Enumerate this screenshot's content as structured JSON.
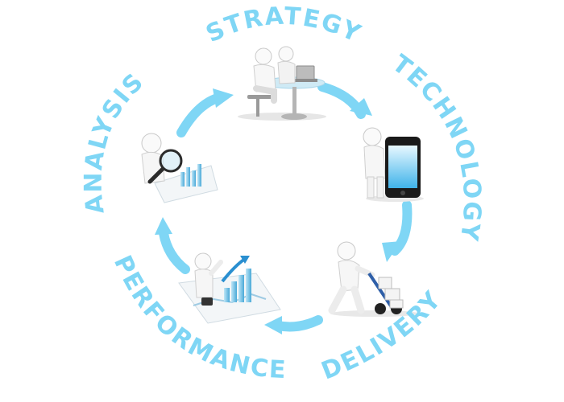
{
  "cycle": {
    "accent_color": "#7fd6f5",
    "stages": [
      {
        "id": "strategy",
        "label": "STRATEGY",
        "icon": "meeting-at-laptop-icon"
      },
      {
        "id": "technology",
        "label": "TECHNOLOGY",
        "icon": "smartphone-icon"
      },
      {
        "id": "delivery",
        "label": "DELIVERY",
        "icon": "hand-truck-boxes-icon"
      },
      {
        "id": "performance",
        "label": "PERFORMANCE",
        "icon": "rising-bar-chart-icon"
      },
      {
        "id": "analysis",
        "label": "ANALYSIS",
        "icon": "magnifying-glass-report-icon"
      }
    ]
  }
}
